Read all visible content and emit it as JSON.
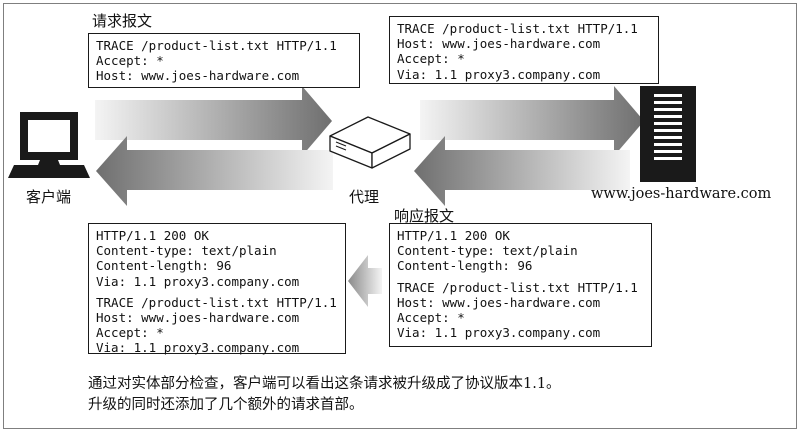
{
  "labels": {
    "request_message": "请求报文",
    "response_message": "响应报文",
    "client": "客户端",
    "proxy": "代理",
    "server": "www.joes-hardware.com"
  },
  "boxes": {
    "client_request": [
      "TRACE /product-list.txt HTTP/1.1",
      "Accept: *",
      "Host: www.joes-hardware.com"
    ],
    "proxy_request": [
      "TRACE /product-list.txt HTTP/1.1",
      "Host: www.joes-hardware.com",
      "Accept: *",
      "Via: 1.1 proxy3.company.com"
    ],
    "server_response": {
      "headers": [
        "HTTP/1.1 200 OK",
        "Content-type: text/plain",
        "Content-length: 96"
      ],
      "body": [
        "TRACE /product-list.txt HTTP/1.1",
        "Host: www.joes-hardware.com",
        "Accept: *",
        "Via: 1.1 proxy3.company.com"
      ]
    },
    "client_response": {
      "headers": [
        "HTTP/1.1 200 OK",
        "Content-type: text/plain",
        "Content-length: 96",
        "Via: 1.1 proxy3.company.com"
      ],
      "body": [
        "TRACE /product-list.txt HTTP/1.1",
        "Host: www.joes-hardware.com",
        "Accept: *",
        "Via: 1.1 proxy3.company.com"
      ]
    }
  },
  "caption": [
    "通过对实体部分检查，客户端可以看出这条请求被升级成了协议版本1.1。",
    "升级的同时还添加了几个额外的请求首部。"
  ],
  "colors": {
    "arrow_dark": "#6f6f6f",
    "arrow_light": "#f4f4f4",
    "ink": "#111111"
  }
}
